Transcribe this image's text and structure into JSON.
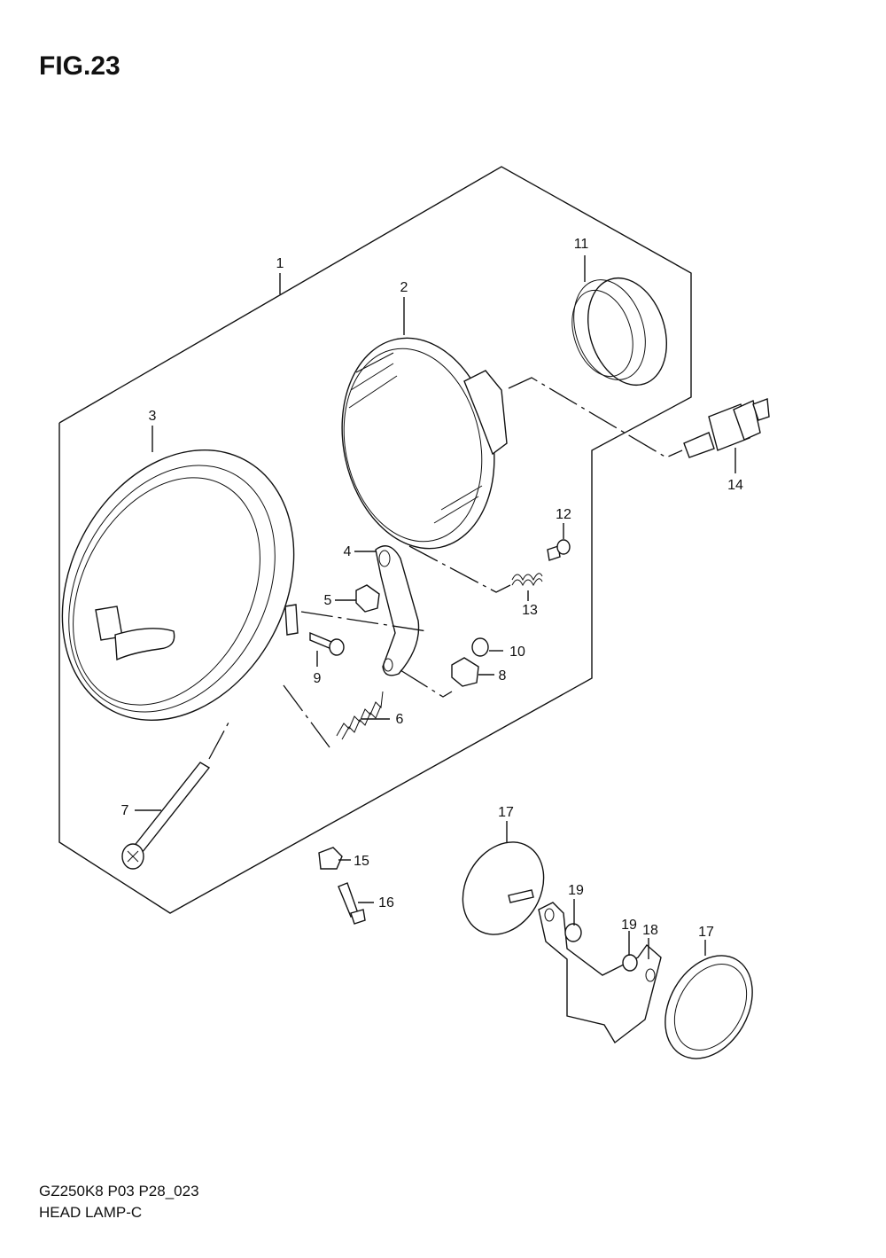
{
  "figure": {
    "title": "FIG.23"
  },
  "callouts": {
    "p1": "1",
    "p2": "2",
    "p3": "3",
    "p4": "4",
    "p5": "5",
    "p6": "6",
    "p7": "7",
    "p8": "8",
    "p9": "9",
    "p10": "10",
    "p11": "11",
    "p12": "12",
    "p13": "13",
    "p14": "14",
    "p15": "15",
    "p16": "16",
    "p17a": "17",
    "p17b": "17",
    "p18": "18",
    "p19a": "19",
    "p19b": "19"
  },
  "footer": {
    "model_code": "GZ250K8 P03 P28_023",
    "section_name": "HEAD LAMP-C"
  }
}
